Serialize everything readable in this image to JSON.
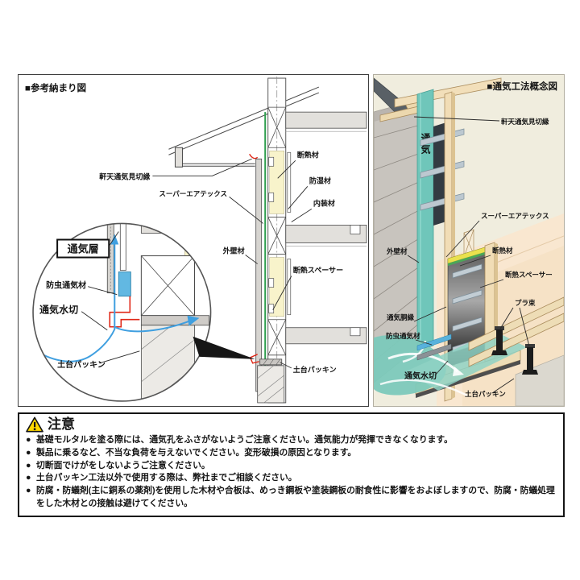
{
  "left_panel": {
    "title": "■参考納まり図",
    "labels": {
      "eaves_trim": "軒天通気見切縁",
      "air_barrier": "スーパーエアテックス",
      "insulation": "断熱材",
      "moisture_barrier": "防湿材",
      "interior_material": "内装材",
      "exterior_wall": "外壁材",
      "insulation_spacer": "断熱スペーサー",
      "sill_packing": "土台パッキン"
    },
    "detail": {
      "air_layer": "通気層",
      "insect_vent": "防虫通気材",
      "vent_flashing": "通気水切",
      "sill_packing": "土台パッキン"
    }
  },
  "right_panel": {
    "title": "■通気工法概念図",
    "air_text": "通気",
    "labels": {
      "eaves_trim": "軒天通気見切縁",
      "air_barrier": "スーパーエアテックス",
      "insulation": "断熱材",
      "insulation_spacer": "断熱スペーサー",
      "plastic_post": "プラ束",
      "exterior_wall": "外壁材",
      "vent_furring": "通気胴縁",
      "insect_vent": "防虫通気材",
      "vent_flashing": "通気水切",
      "sill_packing": "土台パッキン"
    }
  },
  "caution": {
    "title": "注意",
    "bullet": "●",
    "items": [
      "基礎モルタルを塗る際には、通気孔をふさがないようご注意ください。通気能力が発揮できなくなります。",
      "製品に乗るなど、不当な負荷を与えないでください。変形破損の原因となります。",
      "切断面でけがをしないようご注意ください。",
      "土台パッキン工法以外で使用する際は、弊社までご相談ください。",
      "防腐・防蟻剤(主に銅系の薬剤)を使用した木材や合板は、めっき鋼板や塗装鋼板の耐食性に影響をおよぼしますので、防腐・防蟻処理をした木材との接触は避けてください。"
    ]
  },
  "colors": {
    "membrane_green": "#2f9e4e",
    "insulation_yellow": "#f8f3cb",
    "flow_blue": "#3f9fe0",
    "drip_red": "#e02818",
    "vent_blue": "#62b8e2",
    "air_teal": "#6fc6ba",
    "panel_cream": "#f0edde",
    "wall_peach": "#f9e7d0",
    "wood_tan": "#f1ddb6",
    "siding_gray": "#c8c4be",
    "warning_yellow": "#ffd800"
  }
}
